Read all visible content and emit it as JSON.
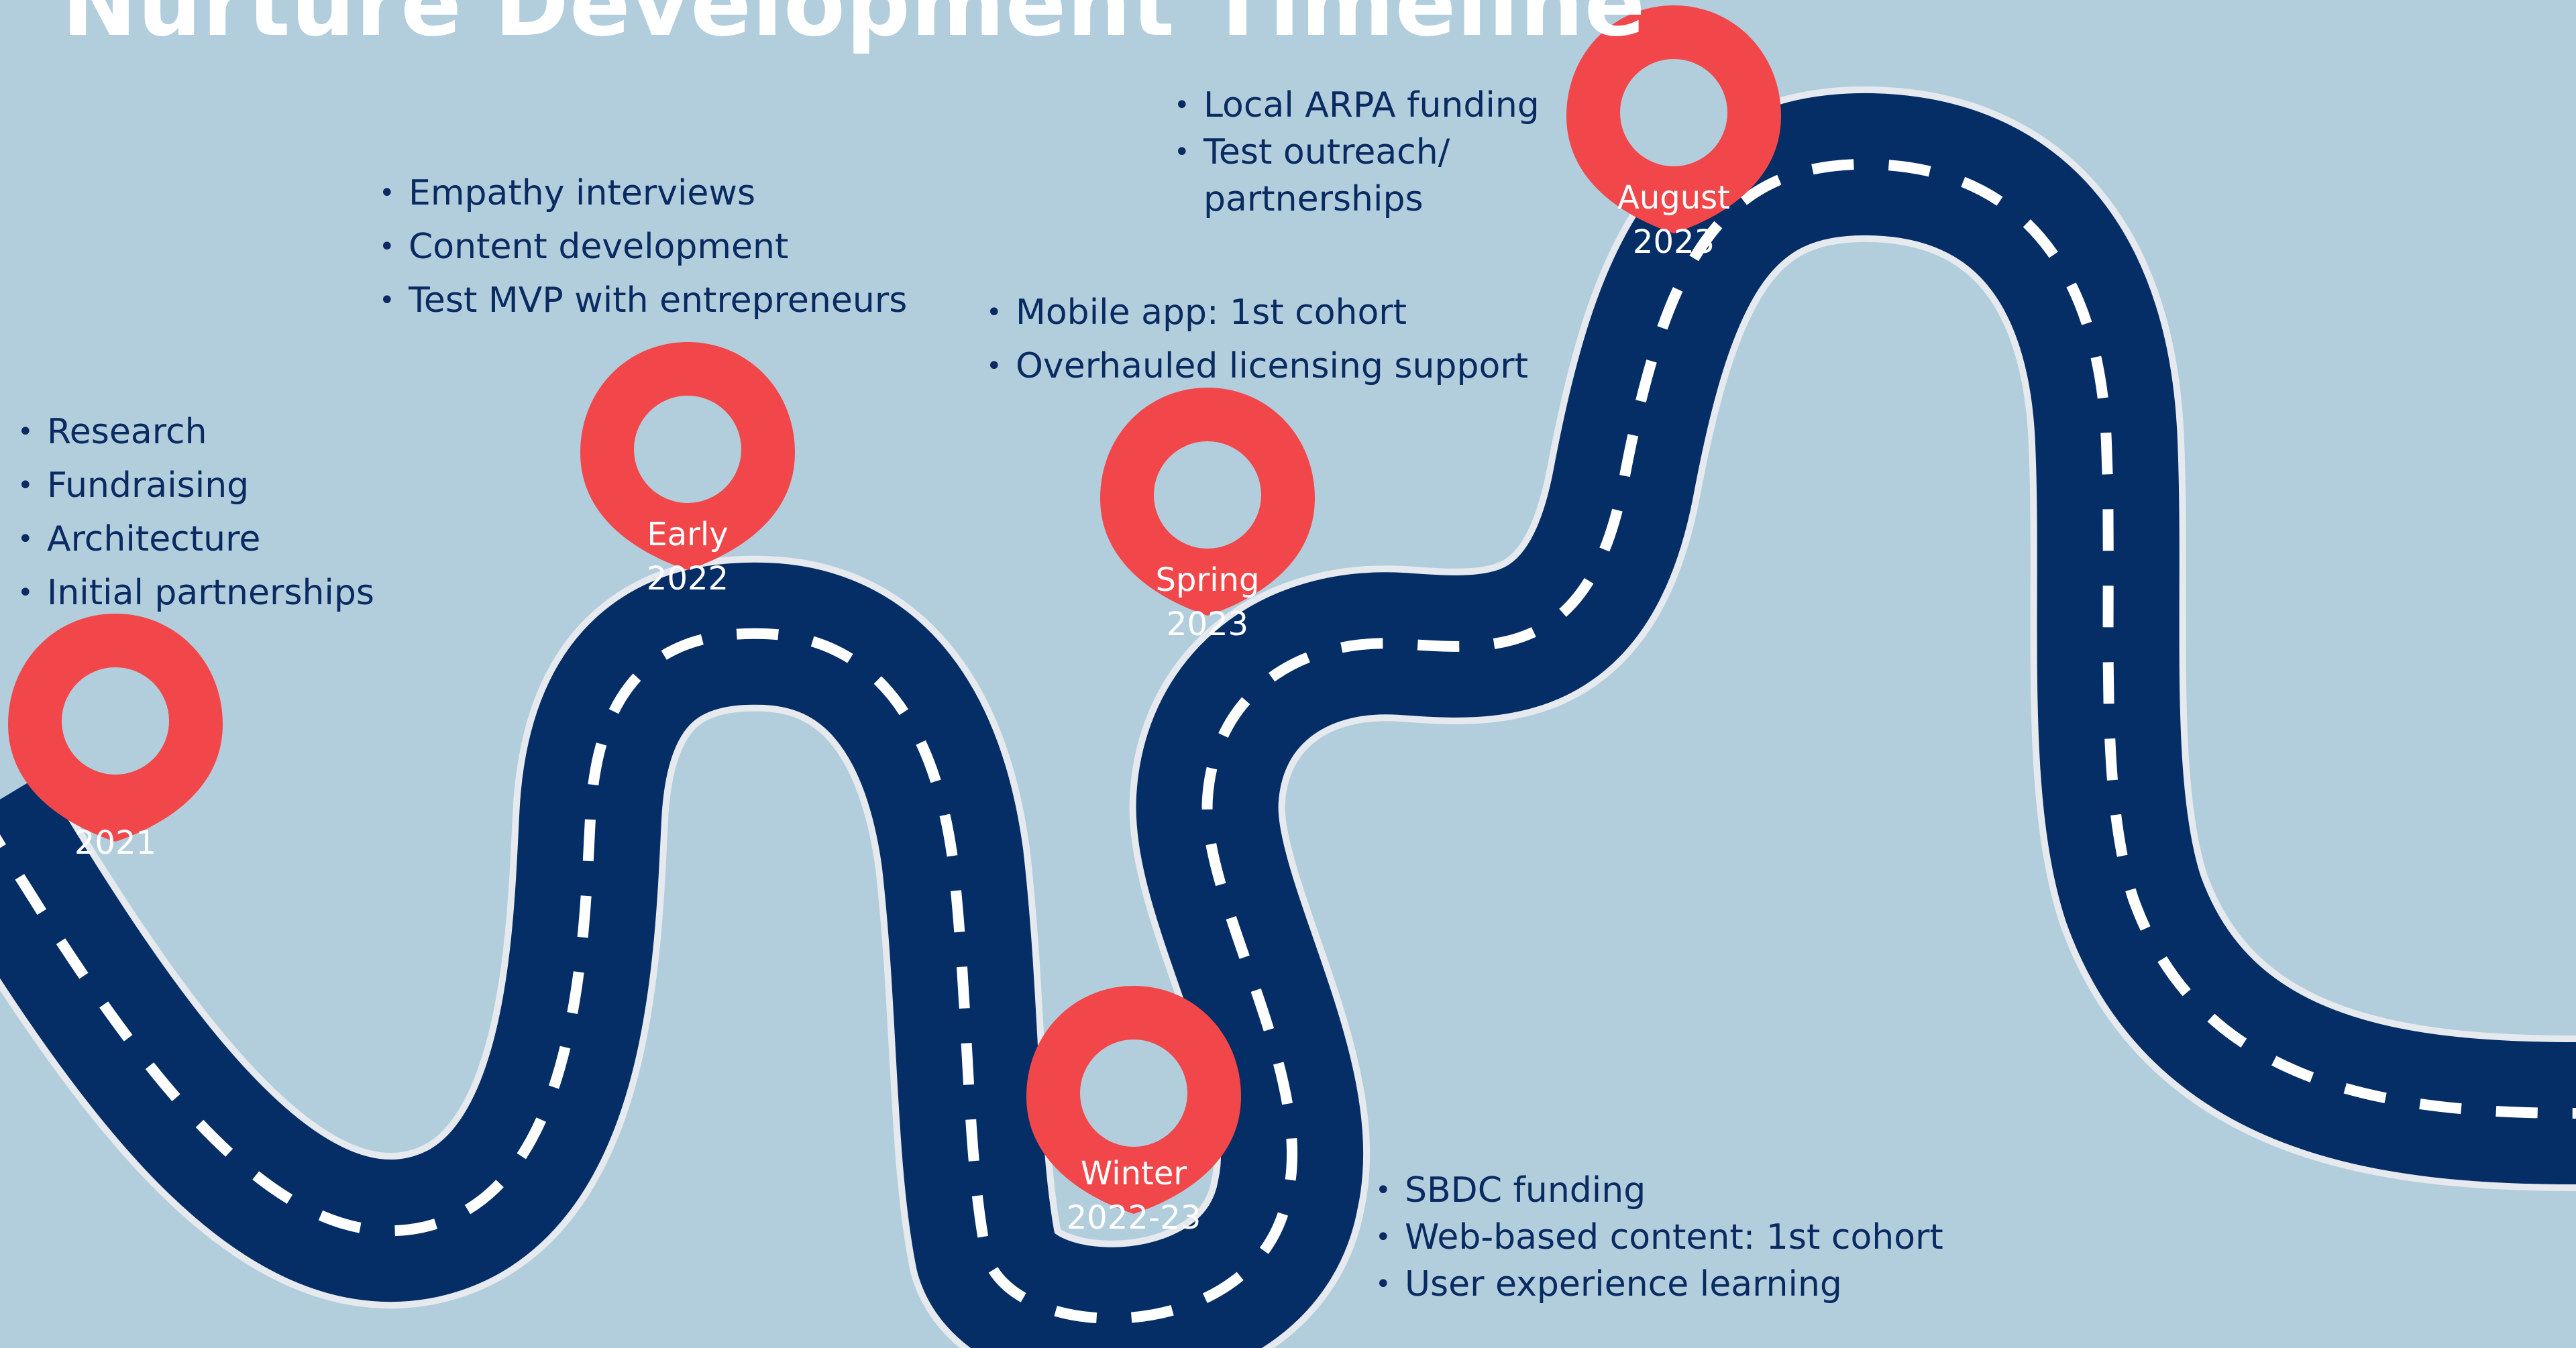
{
  "title": "Nurture Development Timeline",
  "colors": {
    "background": "#b2cedd",
    "road": "#052e66",
    "road_edge": "#e6eaee",
    "dash": "#ffffff",
    "pin": "#f2474a",
    "text": "#0a2b61"
  },
  "milestones": [
    {
      "label_line1": "",
      "label_line2": "2021",
      "items": [
        "Research",
        "Fundraising",
        "Architecture",
        "Initial partnerships"
      ]
    },
    {
      "label_line1": "Early",
      "label_line2": "2022",
      "items": [
        "Empathy interviews",
        "Content development",
        "Test MVP with entrepreneurs"
      ]
    },
    {
      "label_line1": "Winter",
      "label_line2": "2022-23",
      "items": [
        "SBDC funding",
        "Web-based content: 1st cohort",
        "User experience learning"
      ]
    },
    {
      "label_line1": "Spring",
      "label_line2": "2023",
      "items": [
        "Mobile app: 1st cohort",
        "Overhauled licensing support"
      ]
    },
    {
      "label_line1": "August",
      "label_line2": "2023",
      "items": [
        "Local ARPA funding",
        "Test outreach/",
        "partnerships"
      ]
    }
  ]
}
